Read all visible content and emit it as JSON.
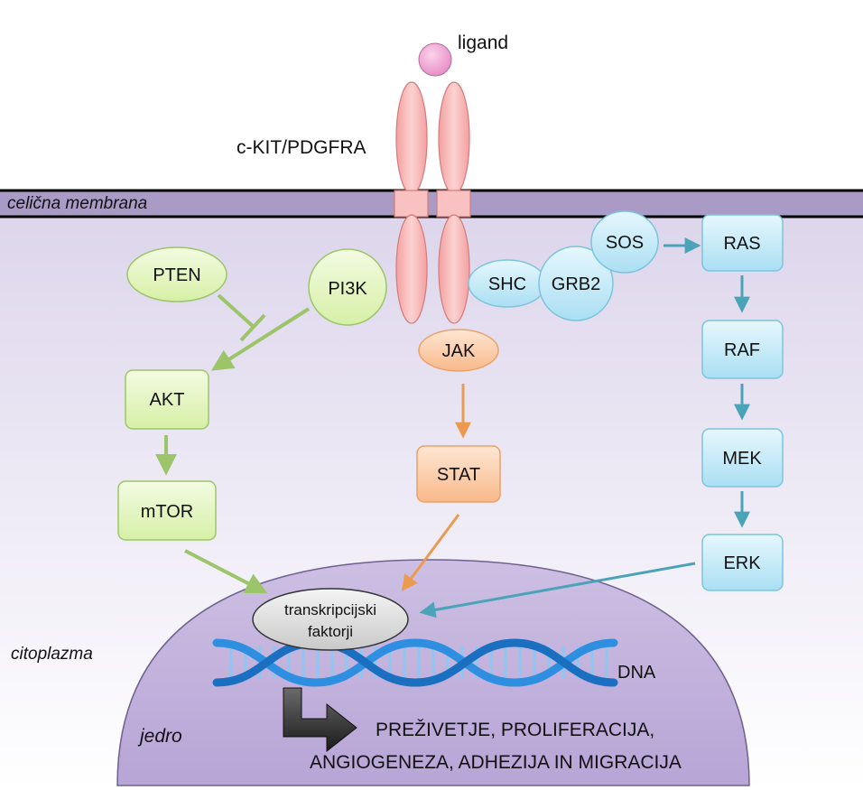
{
  "labels": {
    "ligand": "ligand",
    "receptor": "c-KIT/PDGFRA",
    "membrane": "celična membrana",
    "cytoplasm": "citoplazma",
    "nucleus": "jedro",
    "dna": "DNA",
    "transcription_line1": "transkripcijski",
    "transcription_line2": "faktorji",
    "outcome_line1": "PREŽIVETJE, PROLIFERACIJA,",
    "outcome_line2": "ANGIOGENEZA, ADHEZIJA IN MIGRACIJA"
  },
  "nodes": {
    "pten": "PTEN",
    "pi3k": "PI3K",
    "akt": "AKT",
    "mtor": "mTOR",
    "jak": "JAK",
    "stat": "STAT",
    "shc": "SHC",
    "grb2": "GRB2",
    "sos": "SOS",
    "ras": "RAS",
    "raf": "RAF",
    "mek": "MEK",
    "erk": "ERK"
  },
  "colors": {
    "green_fill": "#e6f7c4",
    "green_stroke": "#9cc56a",
    "green_arrow": "#9cc56a",
    "blue_fill": "#cfeefa",
    "blue_stroke": "#7cc4dd",
    "blue_arrow": "#4ba3b8",
    "orange_fill": "#fcd0ad",
    "orange_stroke": "#e9a16b",
    "orange_arrow": "#eb9a50",
    "receptor_fill": "#f7b5b5",
    "receptor_stroke": "#d47b7b",
    "ligand_fill": "#f2a7d6",
    "membrane_fill": "#a99bc6",
    "nucleus_fill": "#c9b9e0",
    "dna_color": "#2e8fe0"
  }
}
